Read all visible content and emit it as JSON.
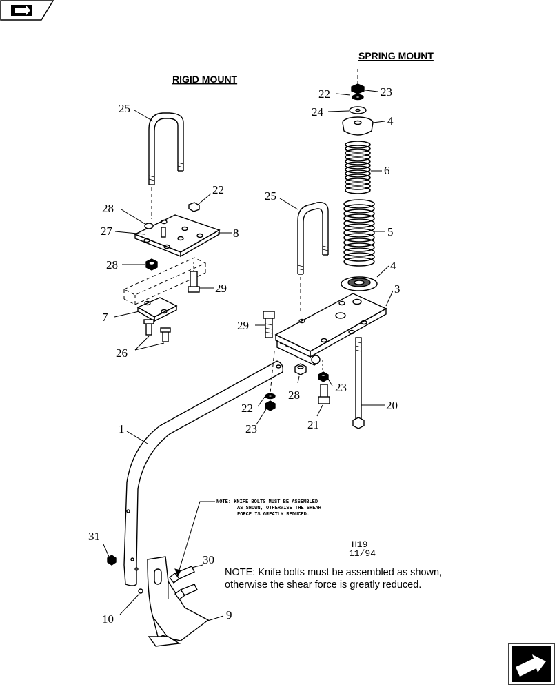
{
  "headings": {
    "rigid_mount": "RIGID MOUNT",
    "spring_mount": "SPRING MOUNT"
  },
  "callouts": {
    "c1": "1",
    "c3": "3",
    "c4a": "4",
    "c4b": "4",
    "c5": "5",
    "c6": "6",
    "c7": "7",
    "c8": "8",
    "c9": "9",
    "c10": "10",
    "c20": "20",
    "c21": "21",
    "c22a": "22",
    "c22b": "22",
    "c22c": "22",
    "c23a": "23",
    "c23b": "23",
    "c23c": "23",
    "c24": "24",
    "c25a": "25",
    "c25b": "25",
    "c26": "26",
    "c27": "27",
    "c28a": "28",
    "c28b": "28",
    "c28c": "28",
    "c29a": "29",
    "c29b": "29",
    "c30": "30",
    "c31": "31"
  },
  "small_note": {
    "line1": "NOTE: KNIFE BOLTS MUST BE ASSEMBLED",
    "line2": "AS SHOWN, OTHERWISE THE SHEAR",
    "line3": "FORCE IS GREATLY REDUCED."
  },
  "drawing_code": {
    "line1": "H19",
    "line2": "11/94"
  },
  "note": "NOTE:  Knife bolts must be assembled as shown, otherwise the shear force is greatly reduced.",
  "nav": {
    "back_icon": "arrow-back-icon",
    "forward_icon": "arrow-forward-icon"
  }
}
